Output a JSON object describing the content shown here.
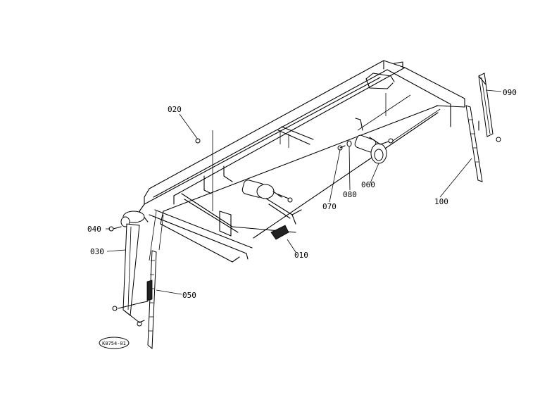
{
  "callouts": [
    {
      "id": "c010",
      "text": "010"
    },
    {
      "id": "c020",
      "text": "020"
    },
    {
      "id": "c030",
      "text": "030"
    },
    {
      "id": "c040",
      "text": "040"
    },
    {
      "id": "c050",
      "text": "050"
    },
    {
      "id": "c060",
      "text": "060"
    },
    {
      "id": "c070",
      "text": "070"
    },
    {
      "id": "c080",
      "text": "080"
    },
    {
      "id": "c090",
      "text": "090"
    },
    {
      "id": "c100",
      "text": "100"
    }
  ],
  "stamp": {
    "text": "K0754-01"
  }
}
